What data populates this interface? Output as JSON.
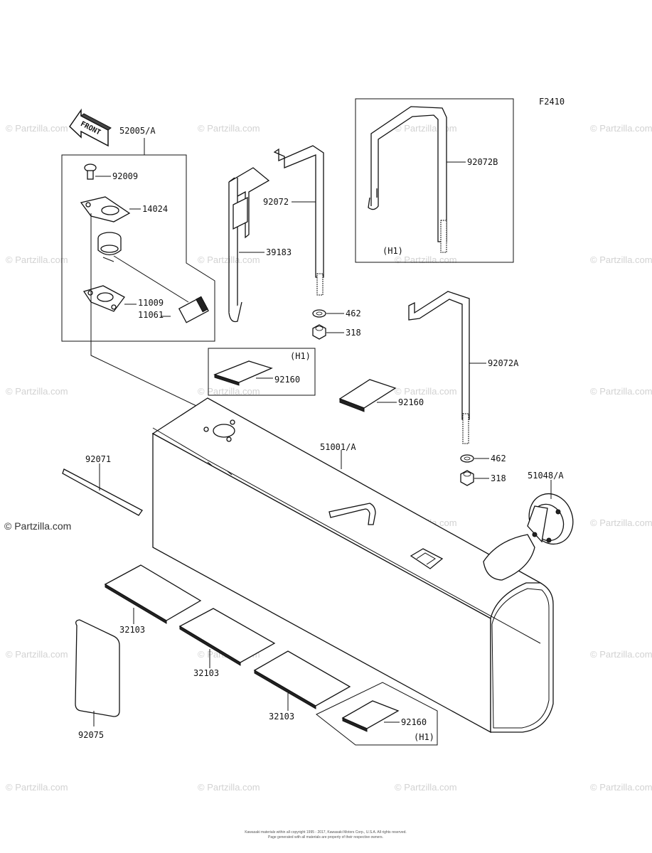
{
  "figure_code": "F2410",
  "front_label": "FRONT",
  "watermark": "© Partzilla.com",
  "watermark_prominent": "© Partzilla.com",
  "labels": {
    "p52005A": "52005/A",
    "p92009": "92009",
    "p14024": "14024",
    "p11009": "11009",
    "p11061": "11061",
    "p39183": "39183",
    "p92072": "92072",
    "p92072B": "92072B",
    "h1_top": "(H1)",
    "p462a": "462",
    "p318a": "318",
    "h1_mid": "(H1)",
    "p92160a": "92160",
    "p92160b": "92160",
    "p92072A": "92072A",
    "p51001A": "51001/A",
    "p92071": "92071",
    "p462b": "462",
    "p318b": "318",
    "p51048A": "51048/A",
    "p32103a": "32103",
    "p32103b": "32103",
    "p32103c": "32103",
    "p92075": "92075",
    "p92160c": "92160",
    "h1_bot": "(H1)"
  },
  "footer_line1": "Kawasaki materials within all copyright 1995 - 2017, Kawasaki Motors Corp., U.S.A. All rights reserved.",
  "footer_line2": "Page generated with all materials are property of their respective owners."
}
